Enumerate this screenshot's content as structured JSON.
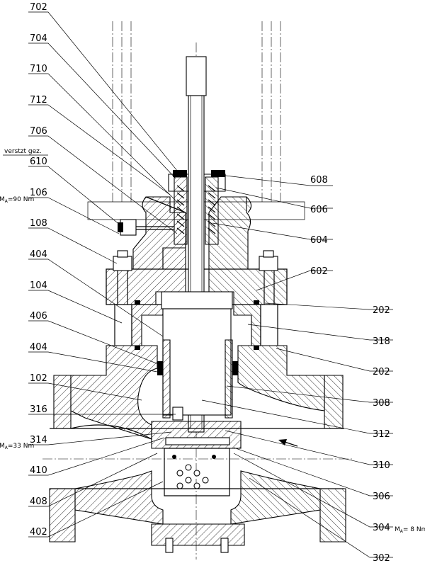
{
  "labels_left": [
    {
      "id": "702",
      "text": "702"
    },
    {
      "id": "704",
      "text": "704"
    },
    {
      "id": "710",
      "text": "710"
    },
    {
      "id": "712",
      "text": "712"
    },
    {
      "id": "706",
      "text": "706"
    },
    {
      "id": "610",
      "text": "610"
    },
    {
      "id": "106",
      "text": "106"
    },
    {
      "id": "108",
      "text": "108"
    },
    {
      "id": "404a",
      "text": "404"
    },
    {
      "id": "104",
      "text": "104"
    },
    {
      "id": "406",
      "text": "406"
    },
    {
      "id": "404b",
      "text": "404"
    },
    {
      "id": "102",
      "text": "102"
    },
    {
      "id": "316",
      "text": "316"
    },
    {
      "id": "314",
      "text": "314"
    },
    {
      "id": "410",
      "text": "410"
    },
    {
      "id": "408",
      "text": "408"
    },
    {
      "id": "402",
      "text": "402"
    }
  ],
  "labels_right": [
    {
      "id": "608",
      "text": "608"
    },
    {
      "id": "606",
      "text": "606"
    },
    {
      "id": "604",
      "text": "604"
    },
    {
      "id": "602",
      "text": "602"
    },
    {
      "id": "202a",
      "text": "202"
    },
    {
      "id": "318",
      "text": "318"
    },
    {
      "id": "202b",
      "text": "202"
    },
    {
      "id": "308",
      "text": "308"
    },
    {
      "id": "312",
      "text": "312"
    },
    {
      "id": "310",
      "text": "310"
    },
    {
      "id": "306",
      "text": "306"
    },
    {
      "id": "304",
      "text": "304"
    },
    {
      "id": "302",
      "text": "302"
    }
  ],
  "notes": {
    "reinforced": "verstzt gez.",
    "torque_106": "M",
    "torque_106_sub": "A",
    "torque_106_val": "=90 Nm",
    "torque_314": "M",
    "torque_314_sub": "A",
    "torque_314_val": "=33 Nm",
    "torque_304": "M",
    "torque_304_sub": "A",
    "torque_304_val": "= 8 Nm"
  }
}
